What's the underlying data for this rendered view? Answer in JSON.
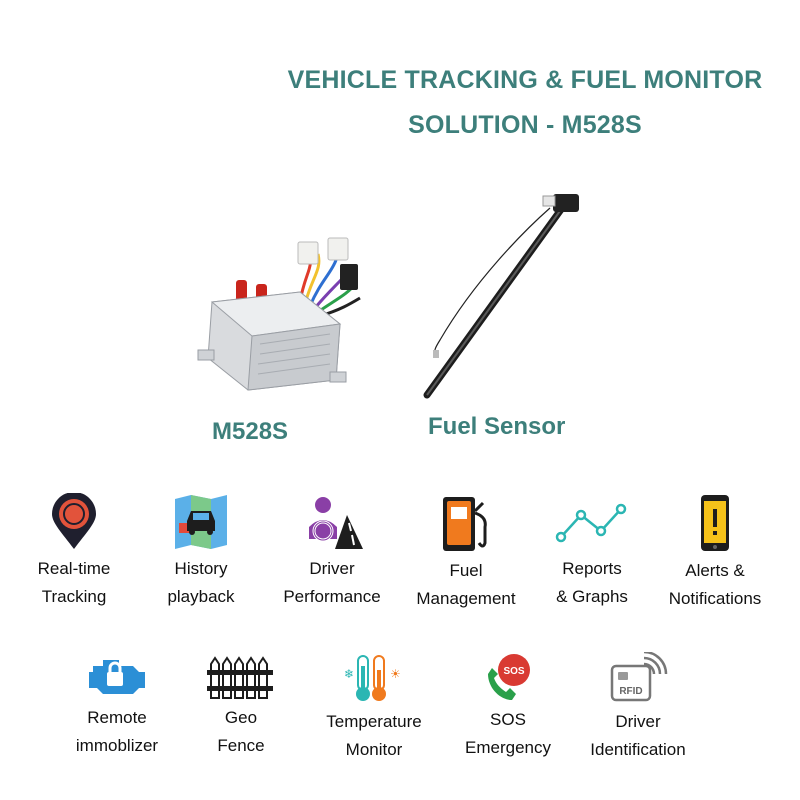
{
  "header": {
    "title_line1": "VEHICLE TRACKING & FUEL MONITOR",
    "title_line2": "SOLUTION - M528S"
  },
  "products": {
    "device_label": "M528S",
    "sensor_label": "Fuel Sensor"
  },
  "colors": {
    "accent": "#3d7f7b",
    "teal_icon": "#2bb6b3",
    "orange": "#f07a1e",
    "red": "#d93a32",
    "blue": "#2b8fd6"
  },
  "features_row1": [
    {
      "icon": "map-pin-icon",
      "line1": "Real-time",
      "line2": "Tracking"
    },
    {
      "icon": "map-car-icon",
      "line1": "History",
      "line2": "playback"
    },
    {
      "icon": "driver-icon",
      "line1": "Driver",
      "line2": "Performance"
    },
    {
      "icon": "fuel-pump-icon",
      "line1": "Fuel",
      "line2": "Management"
    },
    {
      "icon": "graph-icon",
      "line1": "Reports",
      "line2": "& Graphs"
    },
    {
      "icon": "phone-alert-icon",
      "line1": "Alerts &",
      "line2": "Notifications"
    }
  ],
  "features_row2": [
    {
      "icon": "engine-lock-icon",
      "line1": "Remote",
      "line2": "immoblizer"
    },
    {
      "icon": "fence-icon",
      "line1": "Geo",
      "line2": "Fence"
    },
    {
      "icon": "thermometer-icon",
      "line1": "Temperature",
      "line2": "Monitor"
    },
    {
      "icon": "sos-phone-icon",
      "line1": "SOS",
      "line2": "Emergency"
    },
    {
      "icon": "rfid-icon",
      "line1": "Driver",
      "line2": "Identification"
    }
  ]
}
